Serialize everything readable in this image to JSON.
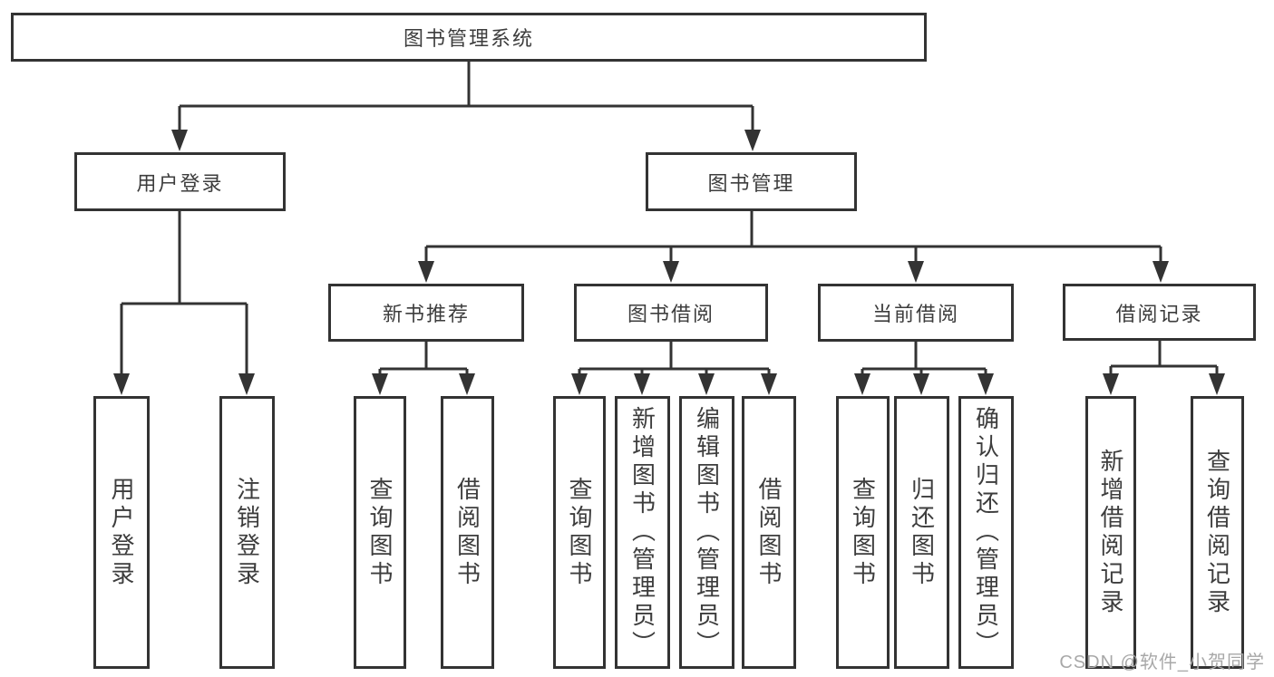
{
  "tree": {
    "root": {
      "label": "图书管理系统"
    },
    "branches": [
      {
        "label": "用户登录",
        "leaves": [
          {
            "label": "用户登录"
          },
          {
            "label": "注销登录"
          }
        ]
      },
      {
        "label": "图书管理",
        "sections": [
          {
            "label": "新书推荐",
            "leaves": [
              {
                "label": "查询图书"
              },
              {
                "label": "借阅图书"
              }
            ]
          },
          {
            "label": "图书借阅",
            "leaves": [
              {
                "label": "查询图书"
              },
              {
                "label": "新增图书（管理员）"
              },
              {
                "label": "编辑图书（管理员）"
              },
              {
                "label": "借阅图书"
              }
            ]
          },
          {
            "label": "当前借阅",
            "leaves": [
              {
                "label": "查询图书"
              },
              {
                "label": "归还图书"
              },
              {
                "label": "确认归还（管理员）"
              }
            ]
          },
          {
            "label": "借阅记录",
            "leaves": [
              {
                "label": "新增借阅记录"
              },
              {
                "label": "查询借阅记录"
              }
            ]
          }
        ]
      }
    ]
  },
  "watermark": {
    "text": "CSDN @软件_小贺同学"
  },
  "colors": {
    "line": "#333333",
    "box_border": "#333333",
    "text": "#3d3d3d",
    "background": "#ffffff",
    "watermark_text": "#a8a8a8"
  }
}
